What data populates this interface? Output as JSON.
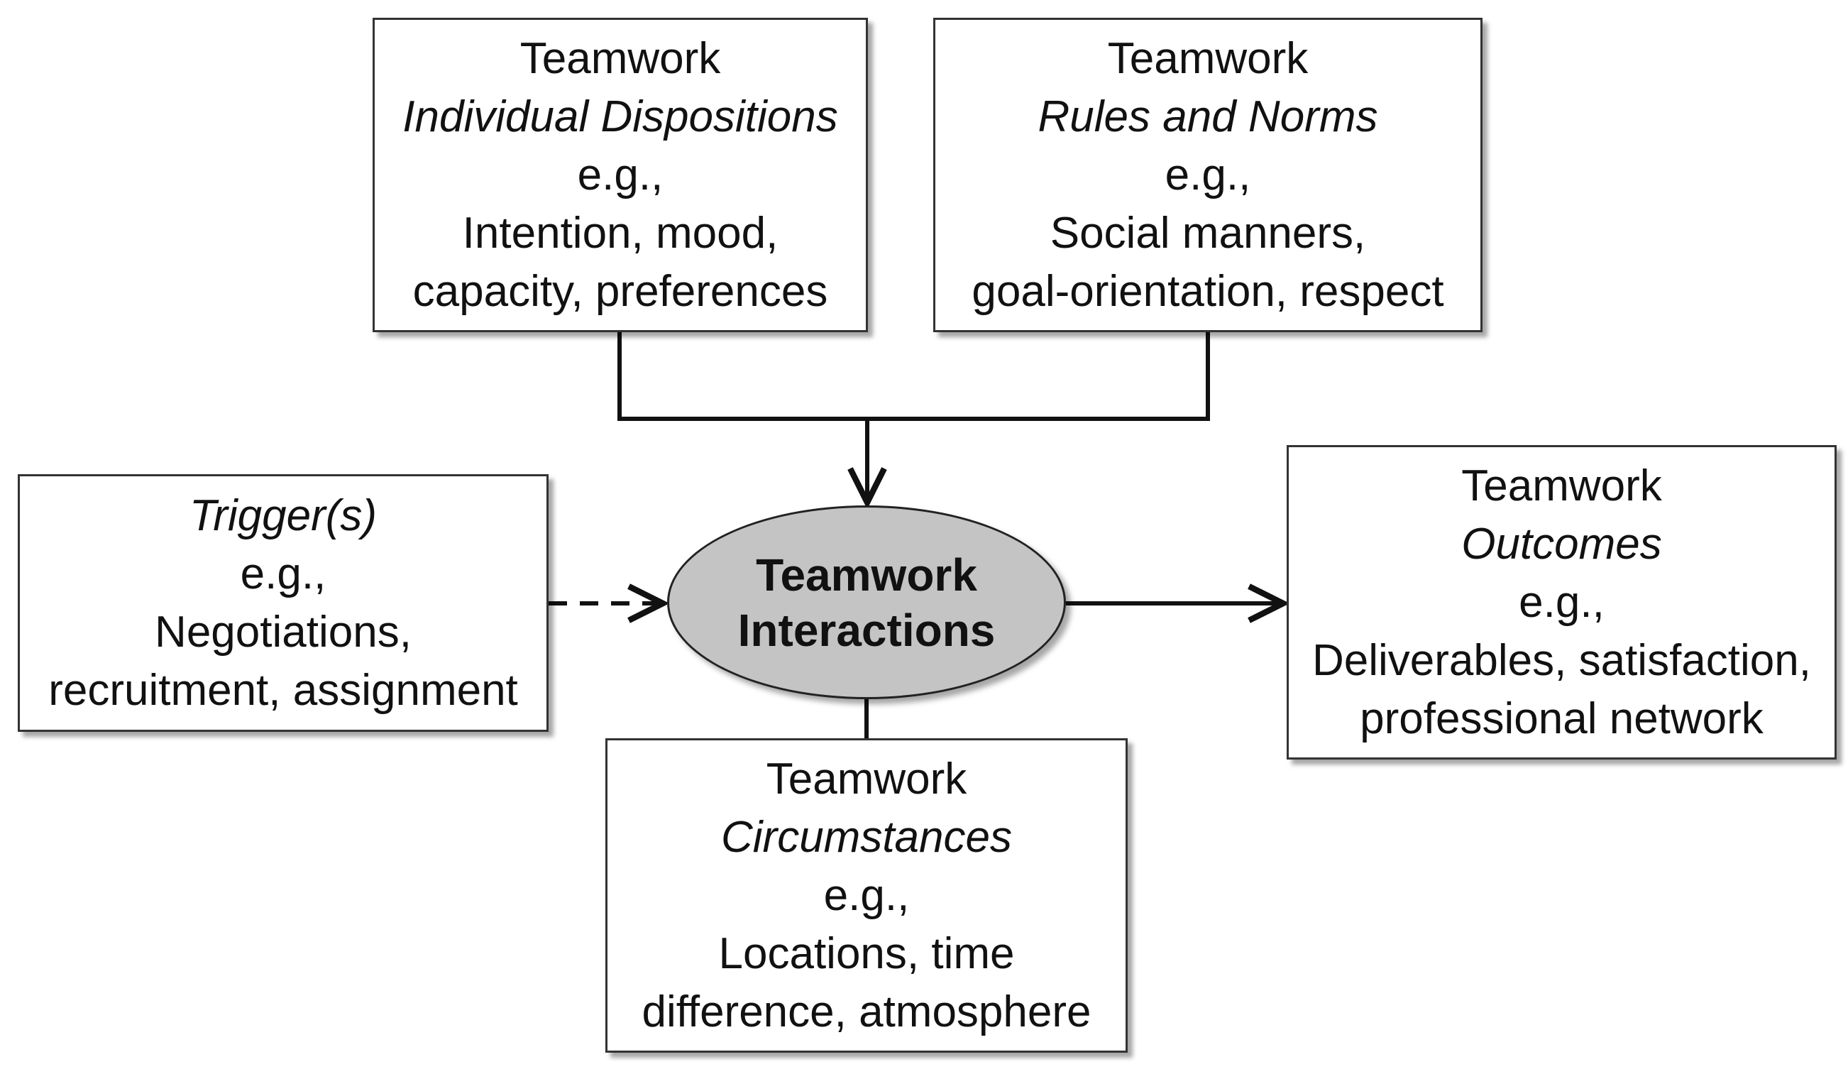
{
  "center": {
    "line1": "Teamwork",
    "line2": "Interactions",
    "fill_color": "#c4c4c4"
  },
  "dispositions": {
    "title": "Teamwork",
    "subtitle": "Individual Dispositions",
    "eg": "e.g.,",
    "example_line1": "Intention, mood,",
    "example_line2": "capacity, preferences"
  },
  "rules": {
    "title": "Teamwork",
    "subtitle": "Rules and Norms",
    "eg": "e.g.,",
    "example_line1": "Social manners,",
    "example_line2": "goal-orientation, respect"
  },
  "triggers": {
    "subtitle": "Trigger(s)",
    "eg": "e.g.,",
    "example_line1": "Negotiations,",
    "example_line2": "recruitment, assignment"
  },
  "outcomes": {
    "title": "Teamwork",
    "subtitle": "Outcomes",
    "eg": "e.g.,",
    "example_line1": "Deliverables, satisfaction,",
    "example_line2": "professional network"
  },
  "circumstances": {
    "title": "Teamwork",
    "subtitle": "Circumstances",
    "eg": "e.g.,",
    "example_line1": "Locations, time",
    "example_line2": "difference, atmosphere"
  },
  "connections": [
    {
      "from": "Individual Dispositions",
      "to": "Teamwork Interactions",
      "style": "solid",
      "arrow": true
    },
    {
      "from": "Rules and Norms",
      "to": "Teamwork Interactions",
      "style": "solid",
      "arrow": true
    },
    {
      "from": "Trigger(s)",
      "to": "Teamwork Interactions",
      "style": "dashed",
      "arrow": true
    },
    {
      "from": "Teamwork Interactions",
      "to": "Outcomes",
      "style": "solid",
      "arrow": true
    },
    {
      "from": "Circumstances",
      "to": "Teamwork Interactions",
      "style": "solid",
      "arrow": false
    }
  ]
}
